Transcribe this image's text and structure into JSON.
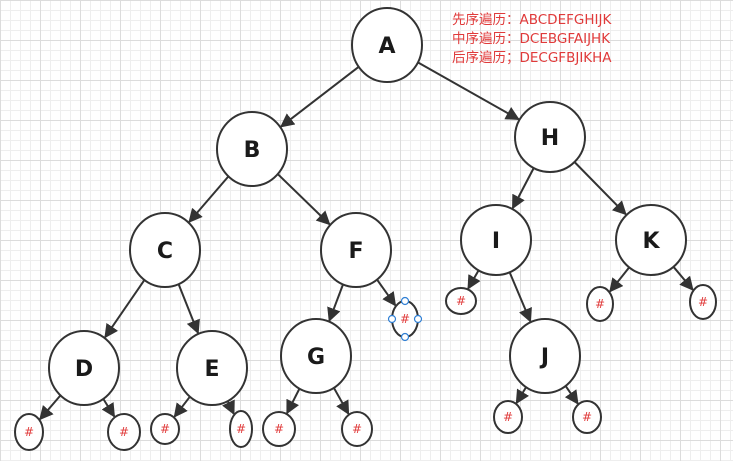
{
  "colors": {
    "node_stroke": "#333333",
    "edge": "#333333",
    "null_marker": "#e03a3a",
    "text_red": "#e03a3a",
    "selection_handle": "#2f7fd4"
  },
  "traversals": {
    "preorder": "先序遍历：ABCDEFGHIJK",
    "inorder": "中序遍历：DCEBGFAIJHK",
    "postorder": "后序遍历；DECGFBJIKHA"
  },
  "tree": {
    "nodes": [
      {
        "id": "A",
        "label": "A"
      },
      {
        "id": "B",
        "label": "B"
      },
      {
        "id": "H",
        "label": "H"
      },
      {
        "id": "C",
        "label": "C"
      },
      {
        "id": "F",
        "label": "F"
      },
      {
        "id": "I",
        "label": "I"
      },
      {
        "id": "K",
        "label": "K"
      },
      {
        "id": "D",
        "label": "D"
      },
      {
        "id": "E",
        "label": "E"
      },
      {
        "id": "G",
        "label": "G"
      },
      {
        "id": "J",
        "label": "J"
      }
    ],
    "null_markers": [
      {
        "id": "n-F-right",
        "label": "#",
        "selected": true
      },
      {
        "id": "n-I-left",
        "label": "#"
      },
      {
        "id": "n-K-left",
        "label": "#"
      },
      {
        "id": "n-K-right",
        "label": "#"
      },
      {
        "id": "n-D-left",
        "label": "#"
      },
      {
        "id": "n-D-right",
        "label": "#"
      },
      {
        "id": "n-E-left",
        "label": "#"
      },
      {
        "id": "n-E-right",
        "label": "#"
      },
      {
        "id": "n-G-left",
        "label": "#"
      },
      {
        "id": "n-G-right",
        "label": "#"
      },
      {
        "id": "n-J-left",
        "label": "#"
      },
      {
        "id": "n-J-right",
        "label": "#"
      }
    ],
    "edges": [
      [
        "A",
        "B"
      ],
      [
        "A",
        "H"
      ],
      [
        "B",
        "C"
      ],
      [
        "B",
        "F"
      ],
      [
        "H",
        "I"
      ],
      [
        "H",
        "K"
      ],
      [
        "C",
        "D"
      ],
      [
        "C",
        "E"
      ],
      [
        "F",
        "G"
      ],
      [
        "F",
        "n-F-right"
      ],
      [
        "I",
        "n-I-left"
      ],
      [
        "I",
        "J"
      ],
      [
        "K",
        "n-K-left"
      ],
      [
        "K",
        "n-K-right"
      ],
      [
        "D",
        "n-D-left"
      ],
      [
        "D",
        "n-D-right"
      ],
      [
        "E",
        "n-E-left"
      ],
      [
        "E",
        "n-E-right"
      ],
      [
        "G",
        "n-G-left"
      ],
      [
        "G",
        "n-G-right"
      ],
      [
        "J",
        "n-J-left"
      ],
      [
        "J",
        "n-J-right"
      ]
    ]
  }
}
